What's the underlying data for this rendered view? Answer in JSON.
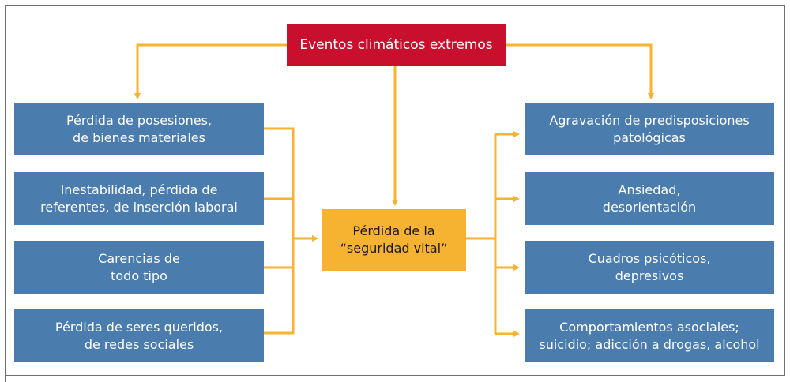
{
  "diagram": {
    "top_event": "Eventos climáticos extremos",
    "center": "Pérdida de la\n“seguridad vital”",
    "causes": [
      "Pérdida de posesiones,\nde bienes materiales",
      "Inestabilidad, pérdida de\nreferentes, de inserción laboral",
      "Carencias de\ntodo tipo",
      "Pérdida de seres queridos,\nde redes sociales"
    ],
    "effects": [
      "Agravación de predisposiciones\npatológicas",
      "Ansiedad,\ndesorientación",
      "Cuadros psicóticos,\ndepresivos",
      "Comportamientos asociales;\nsuicidio; adicción a drogas, alcohol"
    ]
  },
  "colors": {
    "top_box": "#c8102e",
    "center_box": "#f6b231",
    "side_boxes": "#4a7cae",
    "connector": "#f6b231",
    "frame": "#6f6f6f"
  }
}
